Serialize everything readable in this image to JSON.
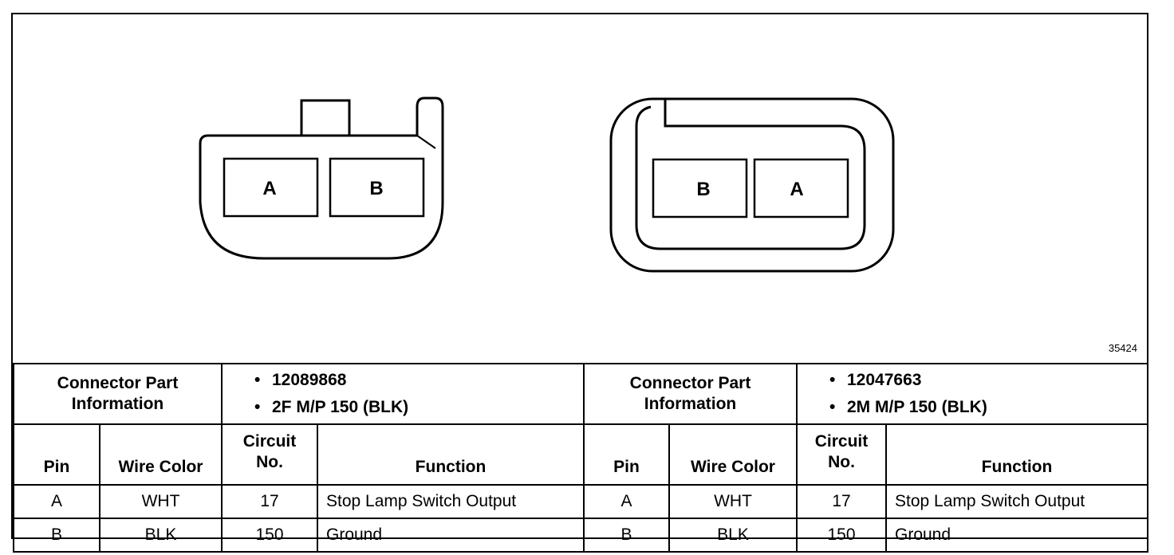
{
  "figure_number": "35424",
  "connectors": [
    {
      "pins_view": [
        "A",
        "B"
      ],
      "part_info_label": "Connector Part Information",
      "part_info": [
        "12089868",
        "2F M/P 150 (BLK)"
      ],
      "columns": [
        "Pin",
        "Wire Color",
        "Circuit No.",
        "Function"
      ],
      "rows": [
        {
          "pin": "A",
          "wire_color": "WHT",
          "circuit": "17",
          "function": "Stop Lamp Switch Output"
        },
        {
          "pin": "B",
          "wire_color": "BLK",
          "circuit": "150",
          "function": "Ground"
        }
      ]
    },
    {
      "pins_view": [
        "B",
        "A"
      ],
      "part_info_label": "Connector Part Information",
      "part_info": [
        "12047663",
        "2M M/P 150 (BLK)"
      ],
      "columns": [
        "Pin",
        "Wire Color",
        "Circuit No.",
        "Function"
      ],
      "rows": [
        {
          "pin": "A",
          "wire_color": "WHT",
          "circuit": "17",
          "function": "Stop Lamp Switch Output"
        },
        {
          "pin": "B",
          "wire_color": "BLK",
          "circuit": "150",
          "function": "Ground"
        }
      ]
    }
  ]
}
